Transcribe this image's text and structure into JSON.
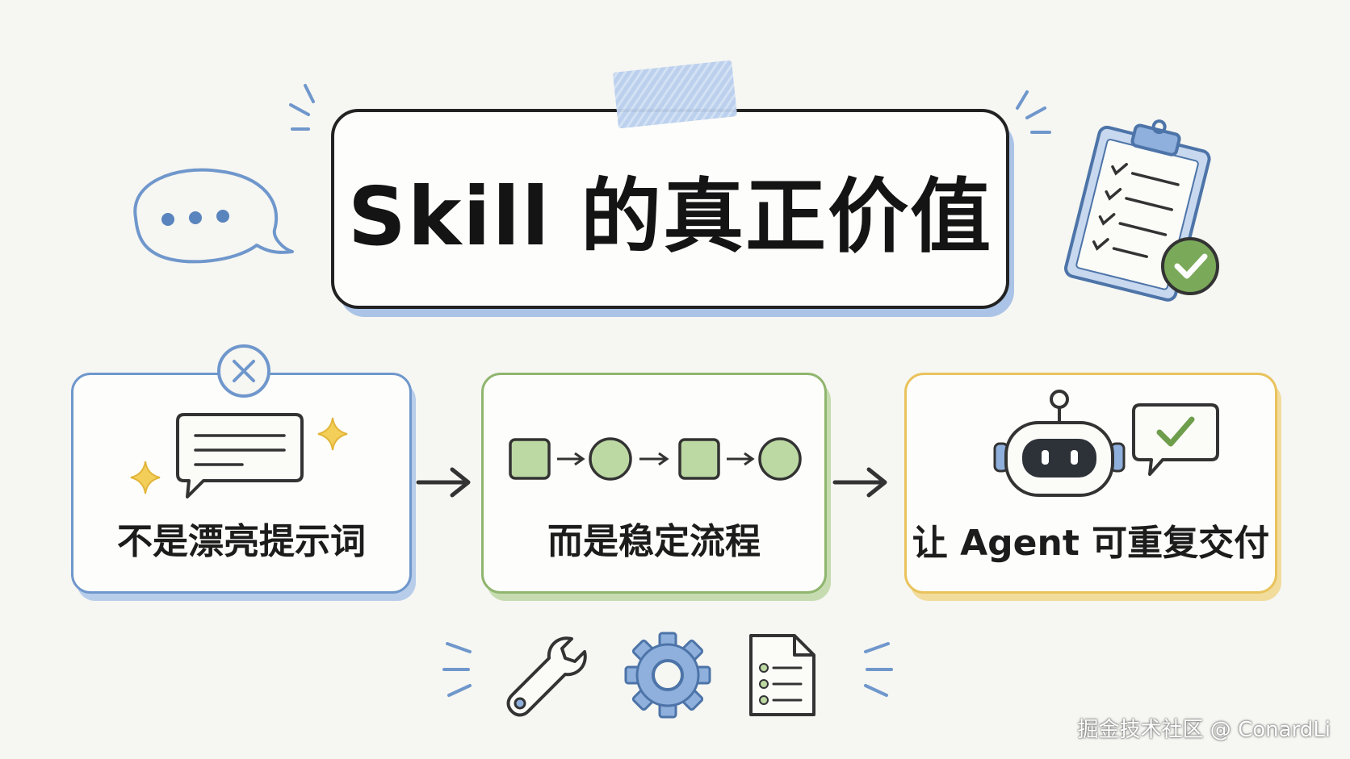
{
  "title": "Skill 的真正价值",
  "cards": [
    {
      "label": "不是漂亮提示词",
      "accent": "#6f97cc"
    },
    {
      "label": "而是稳定流程",
      "accent": "#8fb56e"
    },
    {
      "label": "让 Agent 可重复交付",
      "accent": "#e9c35c"
    }
  ],
  "icons": {
    "speech": "speech-bubble-icon",
    "clipboard": "clipboard-checklist-icon",
    "reject": "close-icon",
    "robot": "robot-icon",
    "wrench": "wrench-icon",
    "gear": "gear-icon",
    "document": "document-icon"
  },
  "watermark": "掘金技术社区 @ ConardLi"
}
